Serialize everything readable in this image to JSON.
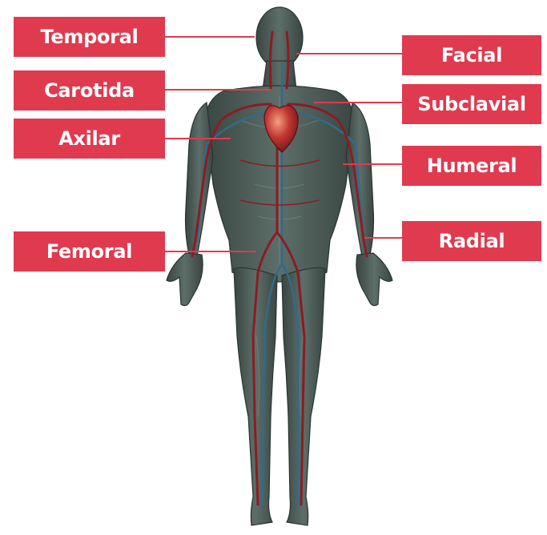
{
  "labels": {
    "temporal": "Temporal",
    "carotida": "Carotida",
    "axilar": "Axilar",
    "femoral": "Femoral",
    "facial": "Facial",
    "subclavial": "Subclavial",
    "humeral": "Humeral",
    "radial": "Radial"
  },
  "colors": {
    "label_bg": "#e03a4f",
    "label_text": "#ffffff",
    "leader_line": "#e03a4f",
    "body_skin": "#4b5a55",
    "artery": "#8a1d24",
    "vein": "#2f6b8c",
    "heart": "#b3262c"
  }
}
